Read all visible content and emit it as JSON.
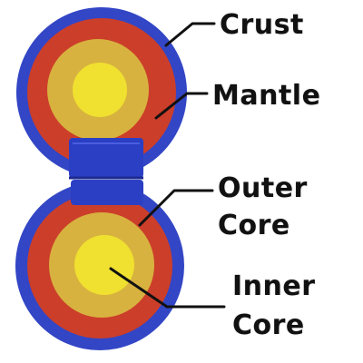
{
  "labels": {
    "crust": "Crust",
    "mantle": "Mantle",
    "outer_core_line1": "Outer",
    "outer_core_line2": "Core",
    "inner_core_line1": "Inner",
    "inner_core_line2": "Core"
  },
  "colors": {
    "crust": "#2f43c6",
    "mantle": "#cc3b26",
    "outer_core": "#d9b23c",
    "inner_core": "#f2e22c",
    "hinge": "#2b3fc4",
    "leader_line": "#111111",
    "background": "#ffffff"
  }
}
